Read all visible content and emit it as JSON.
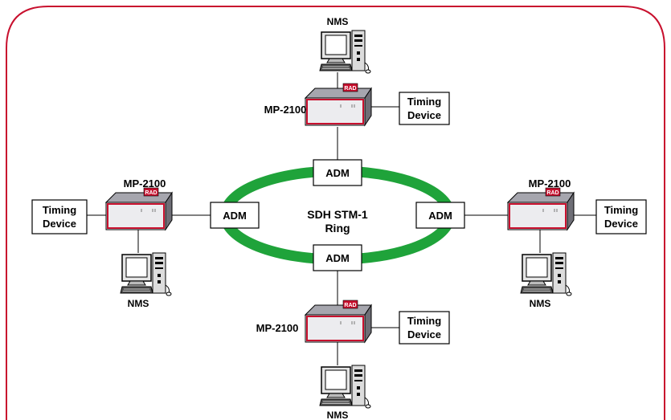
{
  "diagram": {
    "ring": {
      "line1": "SDH STM-1",
      "line2": "Ring"
    },
    "labels": {
      "adm": "ADM",
      "mux": "MP-2100",
      "timing_line1": "Timing",
      "timing_line2": "Device",
      "nms": "NMS",
      "device_logo": "RAD"
    },
    "sites": [
      {
        "id": "north",
        "mux": "MP-2100",
        "adm": "ADM",
        "timing_line1": "Timing",
        "timing_line2": "Device",
        "nms": "NMS"
      },
      {
        "id": "west",
        "mux": "MP-2100",
        "adm": "ADM",
        "timing_line1": "Timing",
        "timing_line2": "Device",
        "nms": "NMS"
      },
      {
        "id": "east",
        "mux": "MP-2100",
        "adm": "ADM",
        "timing_line1": "Timing",
        "timing_line2": "Device",
        "nms": "NMS"
      },
      {
        "id": "south",
        "mux": "MP-2100",
        "adm": "ADM",
        "timing_line1": "Timing",
        "timing_line2": "Device",
        "nms": "NMS"
      }
    ],
    "colors": {
      "frame": "#c8102e",
      "ring": "#1fa33a",
      "device_stripe": "#c8102e",
      "device_body": "#e9e9ec",
      "device_top": "#a6a6ae"
    }
  }
}
